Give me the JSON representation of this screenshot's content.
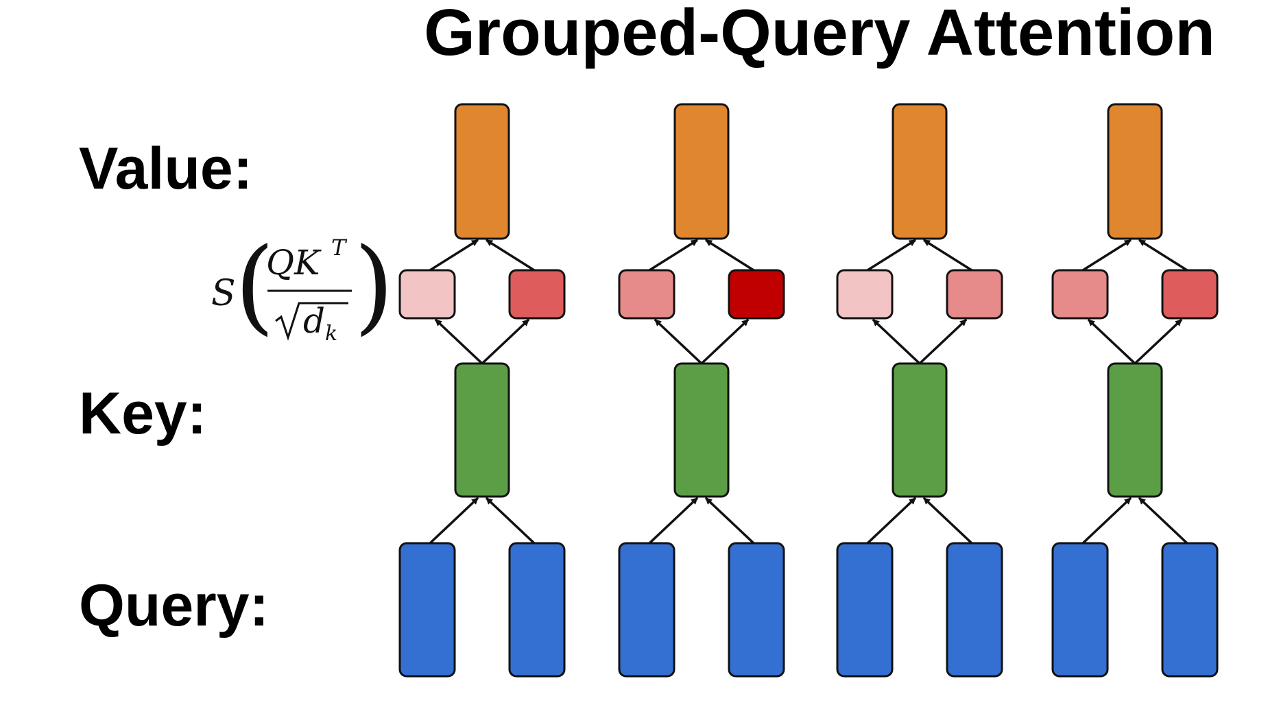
{
  "title": "Grouped-Query Attention",
  "labels": {
    "value": "Value:",
    "key": "Key:",
    "query": "Query:"
  },
  "formula": {
    "S": "S",
    "numerator": "QK",
    "superscript": "T",
    "d": "d",
    "subscript": "k"
  },
  "colors": {
    "value": "#E0862F",
    "key": "#5B9E46",
    "query": "#346FD2",
    "stroke": "#111111",
    "score_levels": [
      "#F2C4C4",
      "#DE5C5C",
      "#E68A8A",
      "#C00000"
    ]
  },
  "groups": [
    {
      "scores": [
        0,
        1
      ]
    },
    {
      "scores": [
        2,
        3
      ]
    },
    {
      "scores": [
        0,
        2
      ]
    },
    {
      "scores": [
        2,
        1
      ]
    }
  ]
}
